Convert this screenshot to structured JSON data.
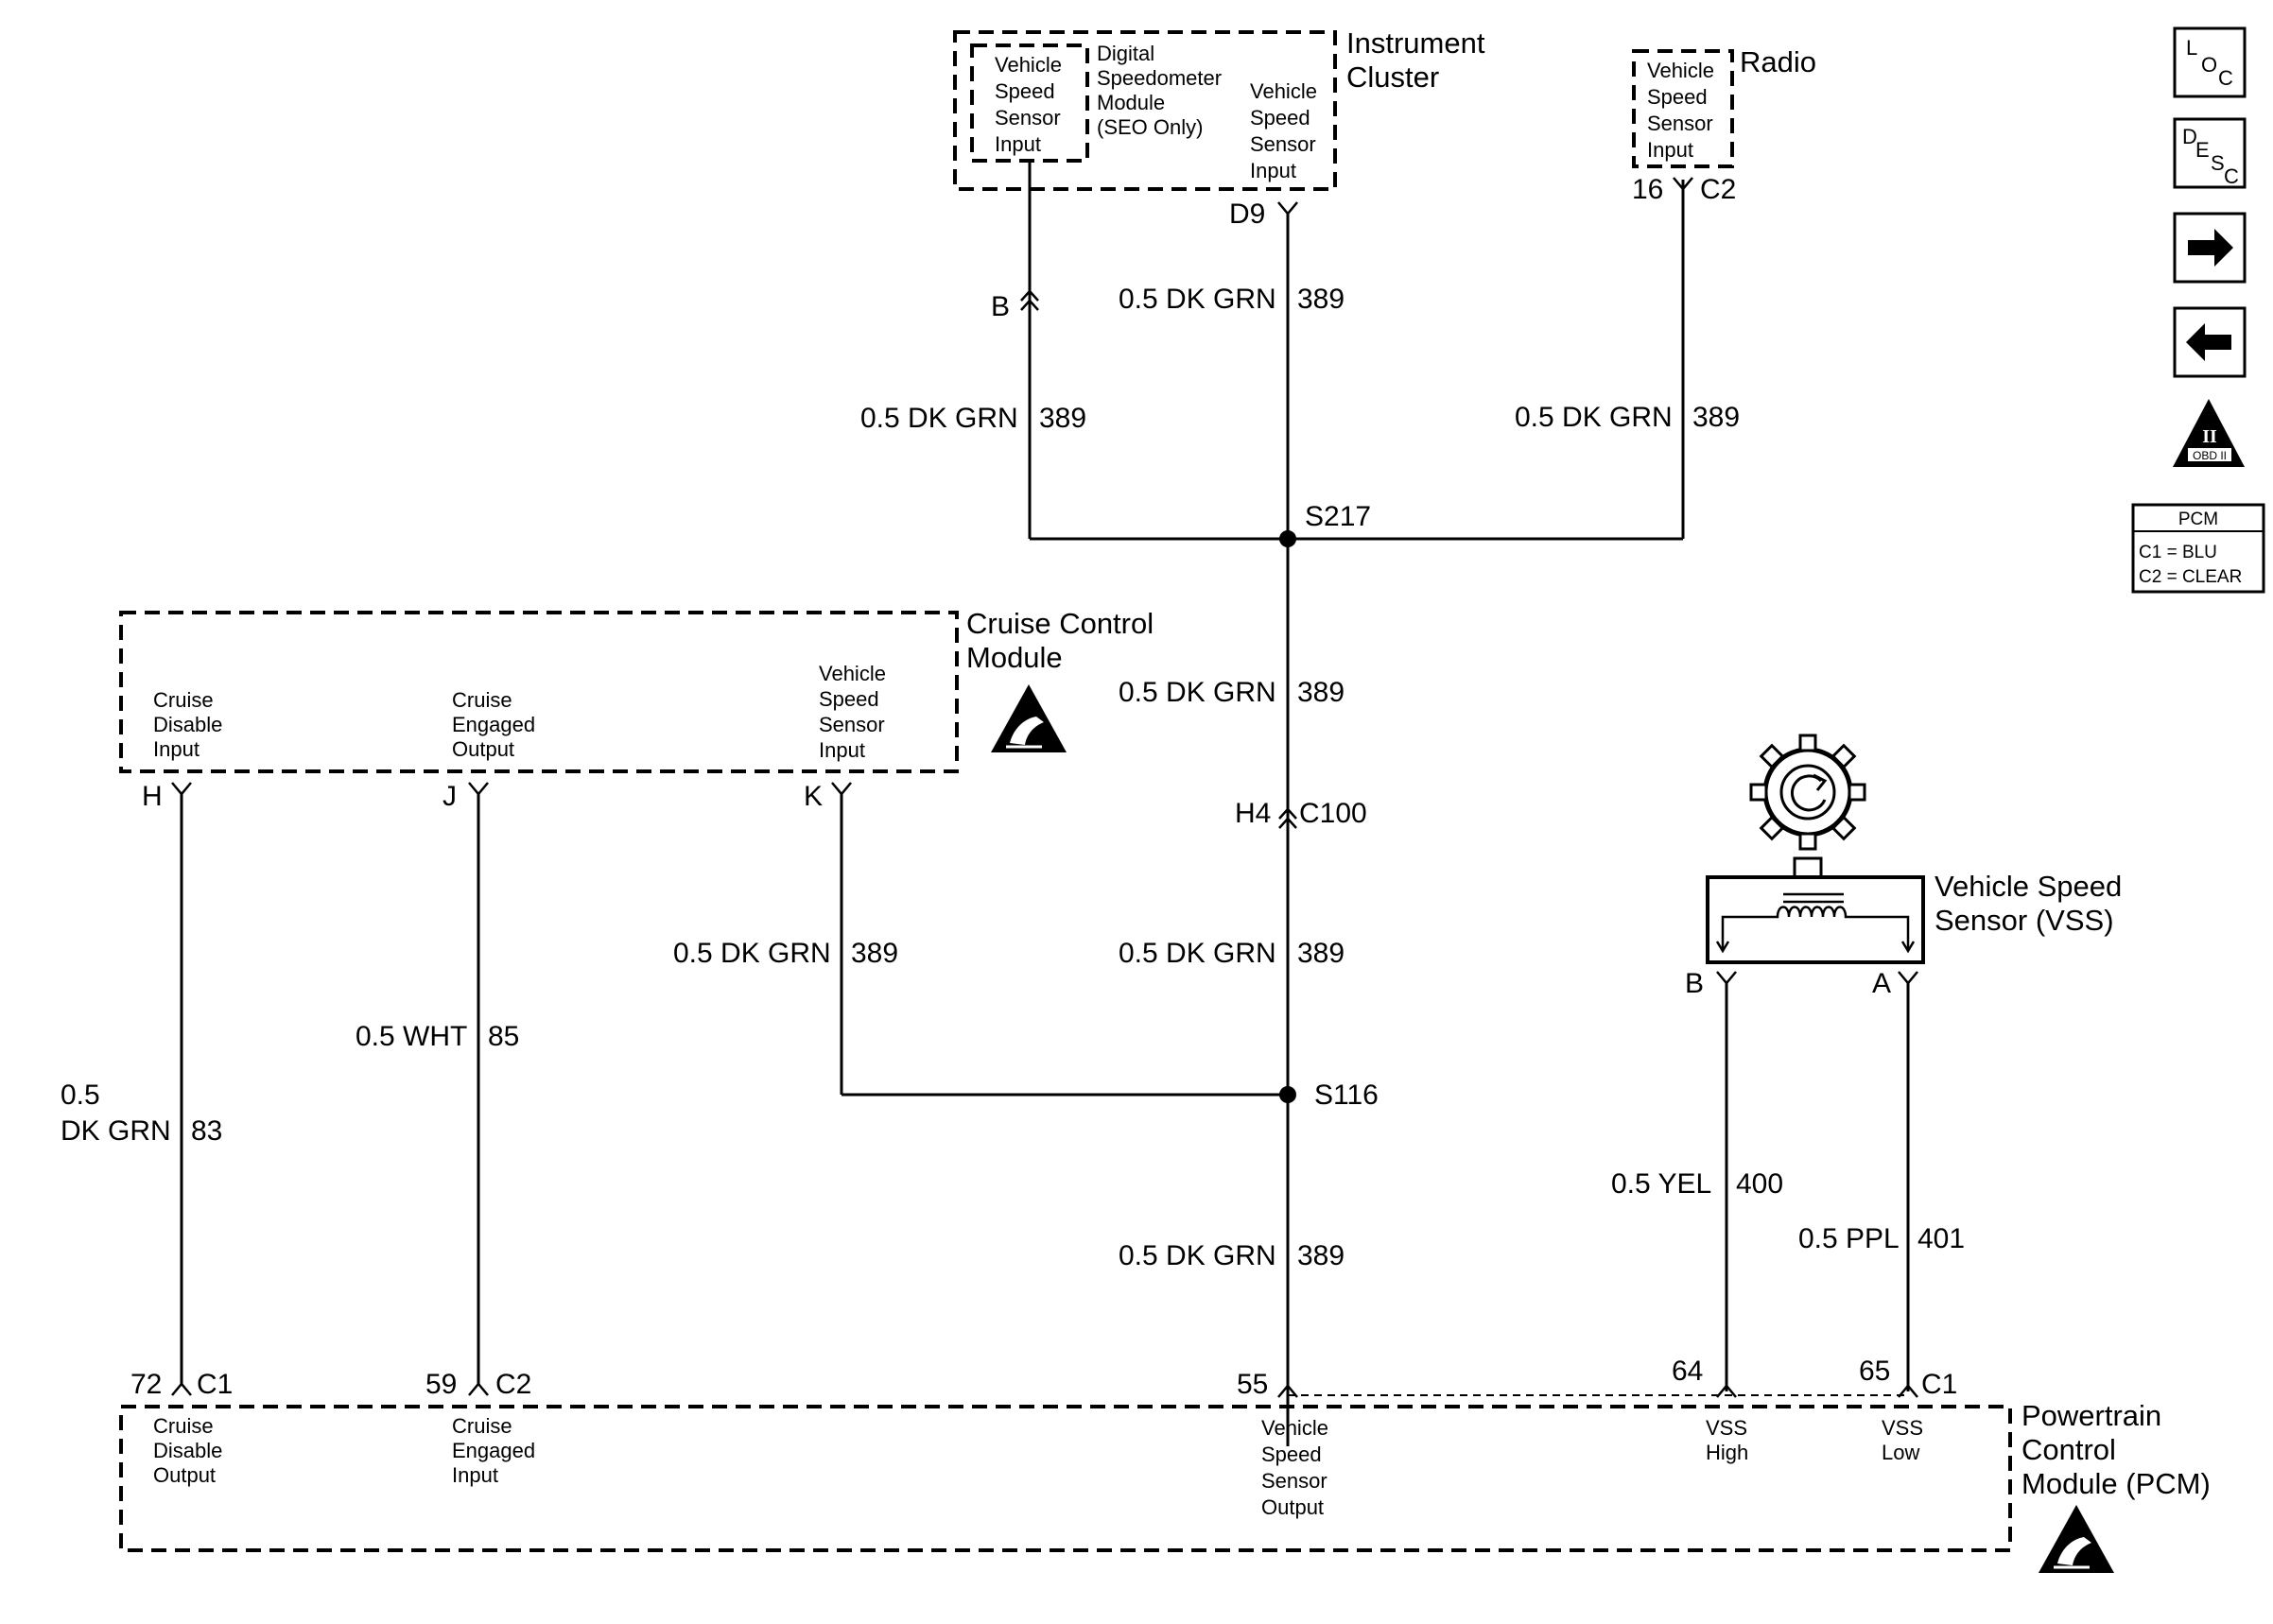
{
  "instrument_cluster": {
    "title": [
      "Instrument",
      "Cluster"
    ],
    "inner_input": [
      "Vehicle",
      "Speed",
      "Sensor",
      "Input"
    ],
    "module": [
      "Digital",
      "Speedometer",
      "Module",
      "(SEO Only)"
    ],
    "input": [
      "Vehicle",
      "Speed",
      "Sensor",
      "Input"
    ],
    "pin_b": "B",
    "pin_d9": "D9"
  },
  "radio": {
    "title": "Radio",
    "input": [
      "Vehicle",
      "Speed",
      "Sensor",
      "Input"
    ],
    "pin": "16",
    "connector": "C2"
  },
  "wires": {
    "cluster_b": {
      "gauge_color": "0.5 DK GRN",
      "circuit": "389"
    },
    "cluster_d9": {
      "gauge_color": "0.5 DK GRN",
      "circuit": "389"
    },
    "radio": {
      "gauge_color": "0.5 DK GRN",
      "circuit": "389"
    },
    "trunk_upper": {
      "gauge_color": "0.5 DK GRN",
      "circuit": "389"
    },
    "trunk_mid": {
      "gauge_color": "0.5 DK GRN",
      "circuit": "389"
    },
    "cruise_k": {
      "gauge_color": "0.5 DK GRN",
      "circuit": "389"
    },
    "trunk_lower": {
      "gauge_color": "0.5 DK GRN",
      "circuit": "389"
    },
    "cruise_h": {
      "gauge_color": [
        "0.5",
        "DK GRN"
      ],
      "circuit": "83"
    },
    "cruise_j": {
      "gauge_color": "0.5 WHT",
      "circuit": "85"
    },
    "vss_high": {
      "gauge_color": "0.5 YEL",
      "circuit": "400"
    },
    "vss_low": {
      "gauge_color": "0.5 PPL",
      "circuit": "401"
    }
  },
  "splices": {
    "s217": "S217",
    "s116": "S116"
  },
  "inline_connector": {
    "pin": "H4",
    "name": "C100"
  },
  "cruise_module": {
    "title": [
      "Cruise Control",
      "Module"
    ],
    "disable": [
      "Cruise",
      "Disable",
      "Input"
    ],
    "engaged": [
      "Cruise",
      "Engaged",
      "Output"
    ],
    "vss_input": [
      "Vehicle",
      "Speed",
      "Sensor",
      "Input"
    ],
    "pin_h": "H",
    "pin_j": "J",
    "pin_k": "K"
  },
  "vss": {
    "title": [
      "Vehicle Speed",
      "Sensor (VSS)"
    ],
    "pin_b": "B",
    "pin_a": "A"
  },
  "pcm": {
    "title": [
      "Powertrain",
      "Control",
      "Module (PCM)"
    ],
    "pin_72": "72",
    "pin_72_conn": "C1",
    "pin_59": "59",
    "pin_59_conn": "C2",
    "pin_55": "55",
    "pin_64": "64",
    "pin_65": "65",
    "pin_65_conn": "C1",
    "disable_out": [
      "Cruise",
      "Disable",
      "Output"
    ],
    "engaged_in": [
      "Cruise",
      "Engaged",
      "Input"
    ],
    "vss_out": [
      "Vehicle",
      "Speed",
      "Sensor",
      "Output"
    ],
    "vss_high": [
      "VSS",
      "High"
    ],
    "vss_low": [
      "VSS",
      "Low"
    ]
  },
  "legend": {
    "title": "PCM",
    "line1": "C1 = BLU",
    "line2": "C2 = CLEAR"
  },
  "nav_icons": {
    "loc": [
      "L",
      "O",
      "C"
    ],
    "desc": [
      "D",
      "E",
      "S",
      "C"
    ],
    "obd": "OBD II",
    "obd_roman": "II"
  }
}
